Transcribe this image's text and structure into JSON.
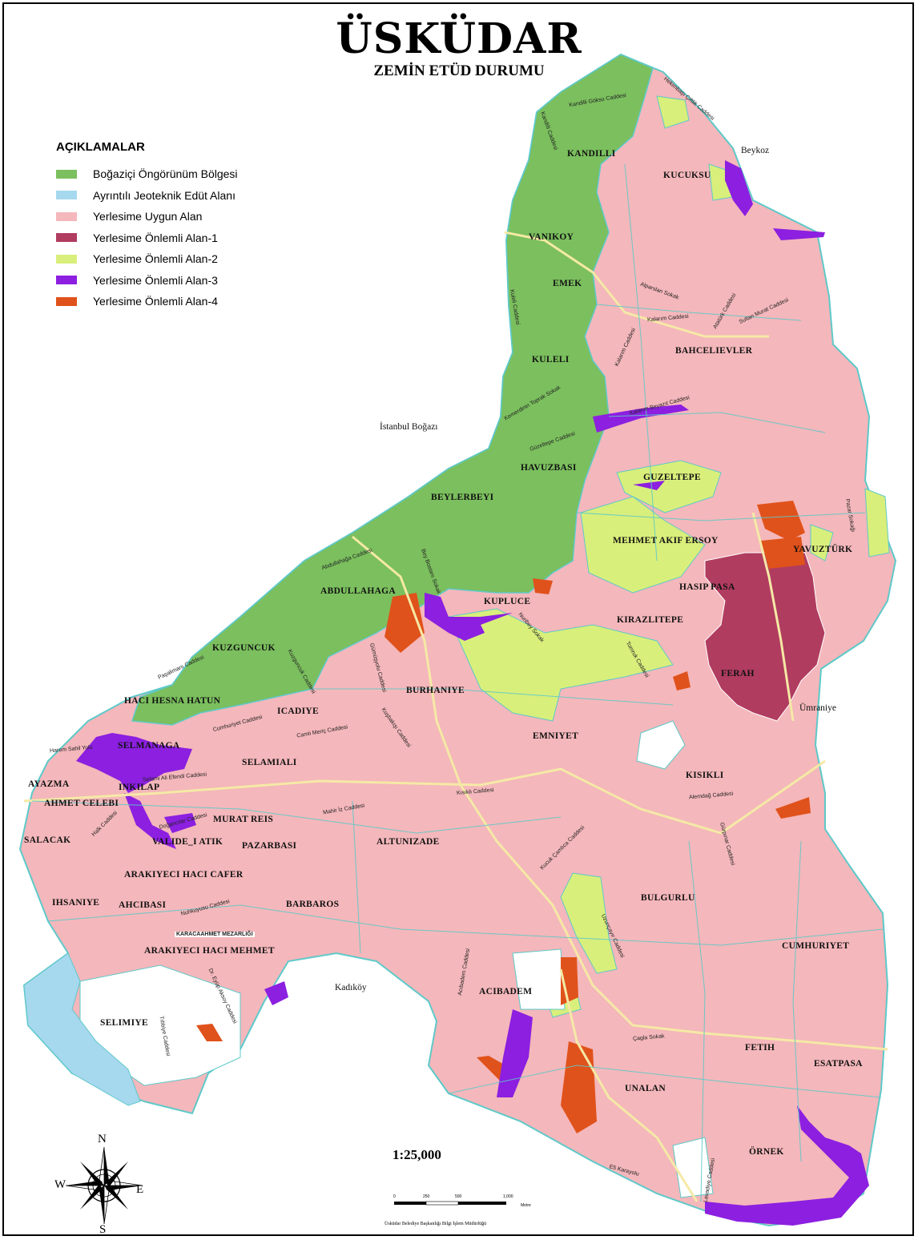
{
  "title": "ÜSKÜDAR",
  "subtitle": "ZEMİN ETÜD DURUMU",
  "legend": {
    "heading": "AÇIKLAMALAR",
    "items": [
      {
        "label": "Boğaziçi Öngörünüm Bölgesi",
        "color": "#7bbf5e"
      },
      {
        "label": "Ayrıntılı Jeoteknik Edüt Alanı",
        "color": "#a6d8ee"
      },
      {
        "label": "Yerlesime Uygun Alan",
        "color": "#f4b7bb"
      },
      {
        "label": "Yerlesime Önlemli Alan-1",
        "color": "#b03c60"
      },
      {
        "label": "Yerlesime Önlemli Alan-2",
        "color": "#d9ef7b"
      },
      {
        "label": "Yerlesime Önlemli Alan-3",
        "color": "#8c1fe0"
      },
      {
        "label": "Yerlesime Önlemli Alan-4",
        "color": "#e0521b"
      }
    ]
  },
  "neighborhoods": [
    "KANDILLI",
    "KUCUKSU",
    "VANIKOY",
    "EMEK",
    "KULELI",
    "BAHCELIEVLER",
    "HAVUZBASI",
    "GUZELTEPE",
    "BEYLERBEYI",
    "MEHMET AKIF ERSOY",
    "YAVUZTÜRK",
    "ABDULLAHAGA",
    "KUPLUCE",
    "HASIP PASA",
    "KIRAZLITEPE",
    "KUZGUNCUK",
    "FERAH",
    "BURHANIYE",
    "HACI HESNA HATUN",
    "ICADIYE",
    "SELMANAGA",
    "EMNIYET",
    "SELAMIALI",
    "AYAZMA",
    "INKILAP",
    "AHMET CELEBI",
    "KISIKLI",
    "MURAT REIS",
    "SALACAK",
    "VALIDE_I ATIK",
    "PAZARBASI",
    "ALTUNIZADE",
    "ARAKIYECI HACI CAFER",
    "BULGURLU",
    "IHSANIYE",
    "AHCIBASI",
    "BARBAROS",
    "CUMHURIYET",
    "ARAKIYECI HACI MEHMET",
    "ACIBADEM",
    "SELIMIYE",
    "FETIH",
    "ESATPASA",
    "UNALAN",
    "ÖRNEK"
  ],
  "places": [
    "Beykoz",
    "İstanbul Boğazı",
    "Ümraniye",
    "Kadıköy"
  ],
  "streets": [
    "Kandilli Göksu Caddesi",
    "Hekimbaşı Çiftlik Caddesi",
    "Kandilli Caddesi",
    "Kuleli Caddesi",
    "Alparslan Sokak",
    "Atatürk Caddesi",
    "Kalarım Caddesi",
    "Sultan Murat Caddesi",
    "Kalarım Caddesi",
    "Kalarım Beyazıt Caddesi",
    "Kemerdinin Toprak Sokak",
    "Güzeltepe Caddesi",
    "Pazar Sokağı",
    "Abdullahağa Caddesi",
    "Bey Bostanı Sokak",
    "Nuribey Sokak",
    "Tomruk Caddesi",
    "Paşalimanı Caddesi",
    "Kuzguncuk Caddesi",
    "Gümüşyolu Caddesi",
    "Kuşbakışı Caddesi",
    "Cumhuriyet Caddesi",
    "Camii Meriç Caddesi",
    "Harem Sahil Yolu",
    "Selami Ali Efendi Caddesi",
    "Halk Caddesi",
    "Doğancılar Caddesi",
    "Mahir İz Caddesi",
    "Kısıklı Caddesi",
    "Alemdağ Caddesi",
    "Kucuk Çamlıca Caddesi",
    "Gürpınar Caddesi",
    "Nuhkuyusu Caddesi",
    "Uzunçayır Caddesi",
    "Acıbadem Caddesi",
    "Dr. Eyüp Aksoy Caddesi",
    "Tıbbiye Caddesi",
    "Çagla Sokak",
    "E5 Karayolu",
    "Lavadiye Caddesi",
    "KARACAAHMET MEZARLIĞI"
  ],
  "scale": {
    "text": "1:25,000",
    "ticks": [
      "0",
      "250",
      "500",
      "1,000"
    ],
    "unit": "Metre"
  },
  "compass": {
    "n": "N",
    "s": "S",
    "e": "E",
    "w": "W"
  },
  "credit": "Üsküdar Belediye Başkanlığı Bilgi İşlem Müdürlüğü"
}
